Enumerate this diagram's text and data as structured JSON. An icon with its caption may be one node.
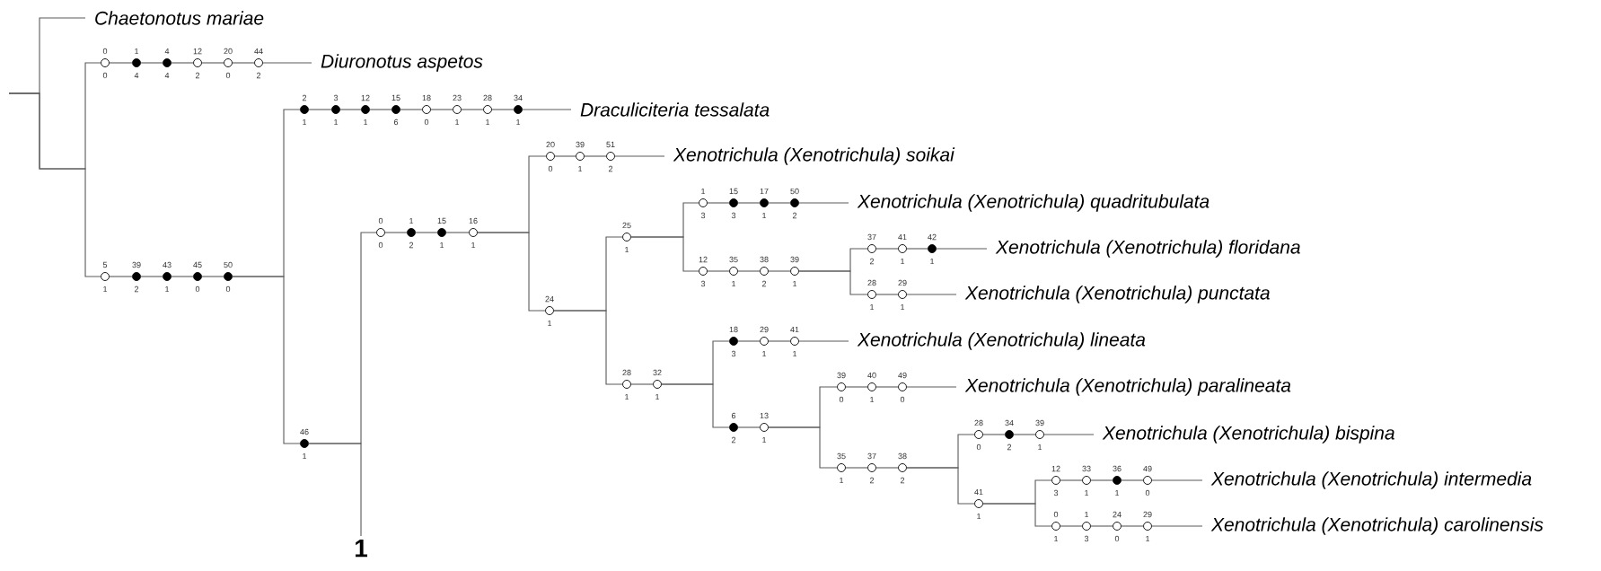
{
  "diagram": {
    "nodes": [
      {
        "text": [
          "Chaetonotus mariae"
        ]
      },
      {
        "text": [],
        "shape": "circle",
        "beside": [
          "0",
          "0"
        ]
      },
      {
        "text": [],
        "shape": "dot",
        "beside": [
          "1",
          "4"
        ]
      },
      {
        "text": [],
        "shape": "dot",
        "beside": [
          "4",
          "4"
        ]
      },
      {
        "text": [],
        "shape": "circle",
        "beside": [
          "12",
          "2"
        ]
      },
      {
        "text": [],
        "shape": "circle",
        "beside": [
          "20",
          "0"
        ]
      },
      {
        "text": [],
        "shape": "circle",
        "beside": [
          "44",
          "2"
        ]
      },
      {
        "text": [
          "Diuronotus aspetos"
        ]
      },
      {
        "text": [],
        "shape": "circle",
        "beside": [
          "5",
          "1"
        ]
      },
      {
        "text": [],
        "shape": "dot",
        "beside": [
          "39",
          "2"
        ]
      },
      {
        "text": [],
        "shape": "dot",
        "beside": [
          "43",
          "1"
        ]
      },
      {
        "text": [],
        "shape": "dot",
        "beside": [
          "45",
          "0"
        ]
      },
      {
        "text": [],
        "shape": "dot",
        "beside": [
          "50",
          "0"
        ]
      },
      {
        "text": [],
        "shape": "dot",
        "beside": [
          "2",
          "1"
        ]
      },
      {
        "text": [],
        "shape": "dot",
        "beside": [
          "3",
          "1"
        ]
      },
      {
        "text": [],
        "shape": "dot",
        "beside": [
          "12",
          "1"
        ]
      },
      {
        "text": [],
        "shape": "dot",
        "beside": [
          "15",
          "6"
        ]
      },
      {
        "text": [],
        "shape": "circle",
        "beside": [
          "18",
          "0"
        ]
      },
      {
        "text": [],
        "shape": "circle",
        "beside": [
          "23",
          "1"
        ]
      },
      {
        "text": [],
        "shape": "circle",
        "beside": [
          "28",
          "1"
        ]
      },
      {
        "text": [],
        "shape": "dot",
        "beside": [
          "34",
          "1"
        ]
      },
      {
        "text": [
          "Draculiciteria tessalata"
        ]
      },
      {
        "text": [],
        "shape": "dot",
        "beside": [
          "46",
          "1"
        ]
      },
      {
        "text": [],
        "shape": "circle",
        "beside": [
          "0",
          "0"
        ]
      },
      {
        "text": [],
        "shape": "dot",
        "beside": [
          "1",
          "2"
        ]
      },
      {
        "text": [],
        "shape": "dot",
        "beside": [
          "15",
          "1"
        ]
      },
      {
        "text": [],
        "shape": "circle",
        "beside": [
          "16",
          "1"
        ]
      },
      {
        "text": [],
        "shape": "circle",
        "beside": [
          "20",
          "0"
        ]
      },
      {
        "text": [],
        "shape": "circle",
        "beside": [
          "39",
          "1"
        ]
      },
      {
        "text": [],
        "shape": "circle",
        "beside": [
          "51",
          "2"
        ]
      },
      {
        "text": [
          "Xenotrichula (Xenotrichula) soikai"
        ]
      },
      {
        "text": [],
        "shape": "circle",
        "beside": [
          "24",
          "1"
        ]
      },
      {
        "text": [],
        "shape": "circle",
        "beside": [
          "25",
          "1"
        ]
      },
      {
        "text": [],
        "shape": "circle",
        "beside": [
          "1",
          "3"
        ]
      },
      {
        "text": [],
        "shape": "dot",
        "beside": [
          "15",
          "3"
        ]
      },
      {
        "text": [],
        "shape": "dot",
        "beside": [
          "17",
          "1"
        ]
      },
      {
        "text": [],
        "shape": "dot",
        "beside": [
          "50",
          "2"
        ]
      },
      {
        "text": [
          "Xenotrichula (Xenotrichula) quadritubulata"
        ]
      },
      {
        "text": [],
        "shape": "circle",
        "beside": [
          "12",
          "3"
        ]
      },
      {
        "text": [],
        "shape": "circle",
        "beside": [
          "35",
          "1"
        ]
      },
      {
        "text": [],
        "shape": "circle",
        "beside": [
          "38",
          "2"
        ]
      },
      {
        "text": [],
        "shape": "circle",
        "beside": [
          "39",
          "1"
        ]
      },
      {
        "text": [],
        "shape": "circle",
        "beside": [
          "37",
          "2"
        ]
      },
      {
        "text": [],
        "shape": "circle",
        "beside": [
          "41",
          "1"
        ]
      },
      {
        "text": [],
        "shape": "dot",
        "beside": [
          "42",
          "1"
        ]
      },
      {
        "text": [
          "Xenotrichula (Xenotrichula) floridana"
        ]
      },
      {
        "text": [],
        "shape": "circle",
        "beside": [
          "28",
          "1"
        ]
      },
      {
        "text": [],
        "shape": "circle",
        "beside": [
          "29",
          "1"
        ]
      },
      {
        "text": [
          "Xenotrichula (Xenotrichula) punctata"
        ]
      },
      {
        "text": [],
        "shape": "circle",
        "beside": [
          "28",
          "1"
        ]
      },
      {
        "text": [],
        "shape": "circle",
        "beside": [
          "32",
          "1"
        ]
      },
      {
        "text": [],
        "shape": "dot",
        "beside": [
          "18",
          "3"
        ]
      },
      {
        "text": [],
        "shape": "circle",
        "beside": [
          "29",
          "1"
        ]
      },
      {
        "text": [],
        "shape": "circle",
        "beside": [
          "41",
          "1"
        ]
      },
      {
        "text": [
          "Xenotrichula (Xenotrichula) lineata"
        ]
      },
      {
        "text": [],
        "shape": "dot",
        "beside": [
          "6",
          "2"
        ]
      },
      {
        "text": [],
        "shape": "circle",
        "beside": [
          "13",
          "1"
        ]
      },
      {
        "text": [],
        "shape": "circle",
        "beside": [
          "39",
          "0"
        ]
      },
      {
        "text": [],
        "shape": "circle",
        "beside": [
          "40",
          "1"
        ]
      },
      {
        "text": [],
        "shape": "circle",
        "beside": [
          "49",
          "0"
        ]
      },
      {
        "text": [
          "Xenotrichula (Xenotrichula) paralineata"
        ]
      },
      {
        "text": [],
        "shape": "circle",
        "beside": [
          "35",
          "1"
        ]
      },
      {
        "text": [],
        "shape": "circle",
        "beside": [
          "37",
          "2"
        ]
      },
      {
        "text": [],
        "shape": "circle",
        "beside": [
          "38",
          "2"
        ]
      },
      {
        "text": [],
        "shape": "circle",
        "beside": [
          "28",
          "0"
        ]
      },
      {
        "text": [],
        "shape": "dot",
        "beside": [
          "34",
          "2"
        ]
      },
      {
        "text": [],
        "shape": "circle",
        "beside": [
          "39",
          "1"
        ]
      },
      {
        "text": [
          "Xenotrichula (Xenotrichula) bispina"
        ]
      },
      {
        "text": [],
        "shape": "circle",
        "beside": [
          "41",
          "1"
        ]
      },
      {
        "text": [],
        "shape": "circle",
        "beside": [
          "12",
          "3"
        ]
      },
      {
        "text": [],
        "shape": "circle",
        "beside": [
          "33",
          "1"
        ]
      },
      {
        "text": [],
        "shape": "dot",
        "beside": [
          "36",
          "1"
        ]
      },
      {
        "text": [],
        "shape": "circle",
        "beside": [
          "49",
          "0"
        ]
      },
      {
        "text": [
          "Xenotrichula (Xenotrichula) intermedia"
        ]
      },
      {
        "text": [],
        "shape": "circle",
        "beside": [
          "0",
          "1"
        ]
      },
      {
        "text": [],
        "shape": "circle",
        "beside": [
          "1",
          "3"
        ]
      },
      {
        "text": [],
        "shape": "circle",
        "beside": [
          "24",
          "0"
        ]
      },
      {
        "text": [],
        "shape": "circle",
        "beside": [
          "29",
          "1"
        ]
      },
      {
        "text": [
          "Xenotrichula (Xenotrichula) carolinensis"
        ]
      },
      {
        "text": [
          "1"
        ]
      }
    ],
    "edges": [
      {
        "from": null,
        "to": 0,
        "arrow": "none"
      },
      {
        "from": null,
        "to": 1,
        "arrow": "none"
      },
      {
        "from": null,
        "to": 8,
        "arrow": "none"
      },
      {
        "from": 1,
        "to": 2,
        "arrow": "none"
      },
      {
        "from": 2,
        "to": 3,
        "arrow": "none"
      },
      {
        "from": 3,
        "to": 4,
        "arrow": "none"
      },
      {
        "from": 4,
        "to": 5,
        "arrow": "none"
      },
      {
        "from": 5,
        "to": 6,
        "arrow": "none"
      },
      {
        "from": 6,
        "to": 7,
        "arrow": "none"
      },
      {
        "from": 8,
        "to": 9,
        "arrow": "none"
      },
      {
        "from": 9,
        "to": 10,
        "arrow": "none"
      },
      {
        "from": 10,
        "to": 11,
        "arrow": "none"
      },
      {
        "from": 11,
        "to": 12,
        "arrow": "none"
      },
      {
        "from": 12,
        "to": 13,
        "arrow": "none"
      },
      {
        "from": 13,
        "to": 14,
        "arrow": "none"
      },
      {
        "from": 14,
        "to": 15,
        "arrow": "none"
      },
      {
        "from": 15,
        "to": 16,
        "arrow": "none"
      },
      {
        "from": 16,
        "to": 17,
        "arrow": "none"
      },
      {
        "from": 17,
        "to": 18,
        "arrow": "none"
      },
      {
        "from": 18,
        "to": 19,
        "arrow": "none"
      },
      {
        "from": 19,
        "to": 20,
        "arrow": "none"
      },
      {
        "from": 20,
        "to": 21,
        "arrow": "none"
      },
      {
        "from": 12,
        "to": 22,
        "arrow": "none"
      },
      {
        "from": 22,
        "to": 23,
        "arrow": "none"
      },
      {
        "from": 22,
        "to": 79,
        "arrow": "none"
      },
      {
        "from": 23,
        "to": 24,
        "arrow": "none"
      },
      {
        "from": 24,
        "to": 25,
        "arrow": "none"
      },
      {
        "from": 25,
        "to": 26,
        "arrow": "none"
      },
      {
        "from": 26,
        "to": 27,
        "arrow": "none"
      },
      {
        "from": 27,
        "to": 28,
        "arrow": "none"
      },
      {
        "from": 28,
        "to": 29,
        "arrow": "none"
      },
      {
        "from": 29,
        "to": 30,
        "arrow": "none"
      },
      {
        "from": 26,
        "to": 31,
        "arrow": "none"
      },
      {
        "from": 31,
        "to": 32,
        "arrow": "none"
      },
      {
        "from": 32,
        "to": 33,
        "arrow": "none"
      },
      {
        "from": 33,
        "to": 34,
        "arrow": "none"
      },
      {
        "from": 34,
        "to": 35,
        "arrow": "none"
      },
      {
        "from": 35,
        "to": 36,
        "arrow": "none"
      },
      {
        "from": 36,
        "to": 37,
        "arrow": "none"
      },
      {
        "from": 32,
        "to": 38,
        "arrow": "none"
      },
      {
        "from": 38,
        "to": 39,
        "arrow": "none"
      },
      {
        "from": 39,
        "to": 40,
        "arrow": "none"
      },
      {
        "from": 40,
        "to": 41,
        "arrow": "none"
      },
      {
        "from": 41,
        "to": 42,
        "arrow": "none"
      },
      {
        "from": 42,
        "to": 43,
        "arrow": "none"
      },
      {
        "from": 43,
        "to": 44,
        "arrow": "none"
      },
      {
        "from": 44,
        "to": 45,
        "arrow": "none"
      },
      {
        "from": 41,
        "to": 46,
        "arrow": "none"
      },
      {
        "from": 46,
        "to": 47,
        "arrow": "none"
      },
      {
        "from": 47,
        "to": 48,
        "arrow": "none"
      },
      {
        "from": 31,
        "to": 49,
        "arrow": "none"
      },
      {
        "from": 49,
        "to": 50,
        "arrow": "none"
      },
      {
        "from": 50,
        "to": 51,
        "arrow": "none"
      },
      {
        "from": 51,
        "to": 52,
        "arrow": "none"
      },
      {
        "from": 52,
        "to": 53,
        "arrow": "none"
      },
      {
        "from": 53,
        "to": 54,
        "arrow": "none"
      },
      {
        "from": 50,
        "to": 55,
        "arrow": "none"
      },
      {
        "from": 55,
        "to": 56,
        "arrow": "none"
      },
      {
        "from": 56,
        "to": 57,
        "arrow": "none"
      },
      {
        "from": 57,
        "to": 58,
        "arrow": "none"
      },
      {
        "from": 58,
        "to": 59,
        "arrow": "none"
      },
      {
        "from": 59,
        "to": 60,
        "arrow": "none"
      },
      {
        "from": 56,
        "to": 61,
        "arrow": "none"
      },
      {
        "from": 61,
        "to": 62,
        "arrow": "none"
      },
      {
        "from": 62,
        "to": 63,
        "arrow": "none"
      },
      {
        "from": 63,
        "to": 64,
        "arrow": "none"
      },
      {
        "from": 64,
        "to": 65,
        "arrow": "none"
      },
      {
        "from": 65,
        "to": 66,
        "arrow": "none"
      },
      {
        "from": 66,
        "to": 67,
        "arrow": "none"
      },
      {
        "from": 63,
        "to": 68,
        "arrow": "none"
      },
      {
        "from": 68,
        "to": 69,
        "arrow": "none"
      },
      {
        "from": 69,
        "to": 70,
        "arrow": "none"
      },
      {
        "from": 70,
        "to": 71,
        "arrow": "none"
      },
      {
        "from": 71,
        "to": 72,
        "arrow": "none"
      },
      {
        "from": 72,
        "to": 73,
        "arrow": "none"
      },
      {
        "from": 68,
        "to": 74,
        "arrow": "none"
      },
      {
        "from": 74,
        "to": 75,
        "arrow": "none"
      },
      {
        "from": 75,
        "to": 76,
        "arrow": "none"
      },
      {
        "from": 76,
        "to": 77,
        "arrow": "none"
      },
      {
        "from": 77,
        "to": 78,
        "arrow": "none"
      }
    ]
  }
}
